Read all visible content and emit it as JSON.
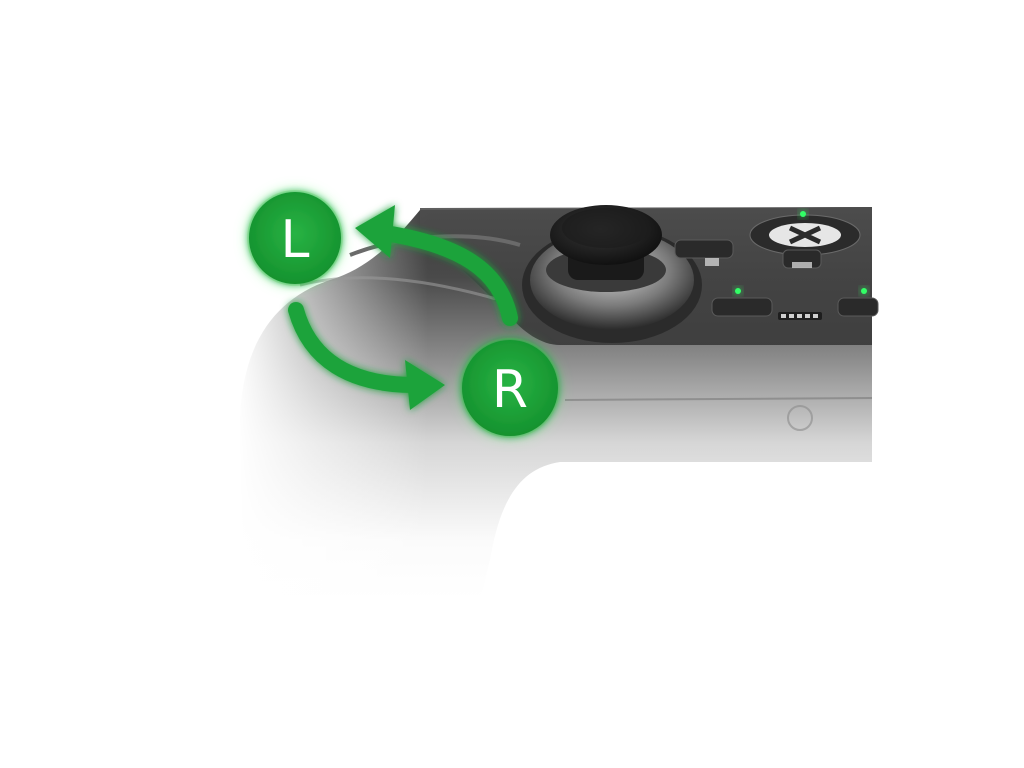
{
  "scene": {
    "subject": "controller-back-paddle-swap",
    "accent_color": "#1fa33b",
    "glow_color": "#4cff6a",
    "indicator_color": "#33ff66"
  },
  "badges": {
    "left_label": "L",
    "right_label": "R"
  }
}
